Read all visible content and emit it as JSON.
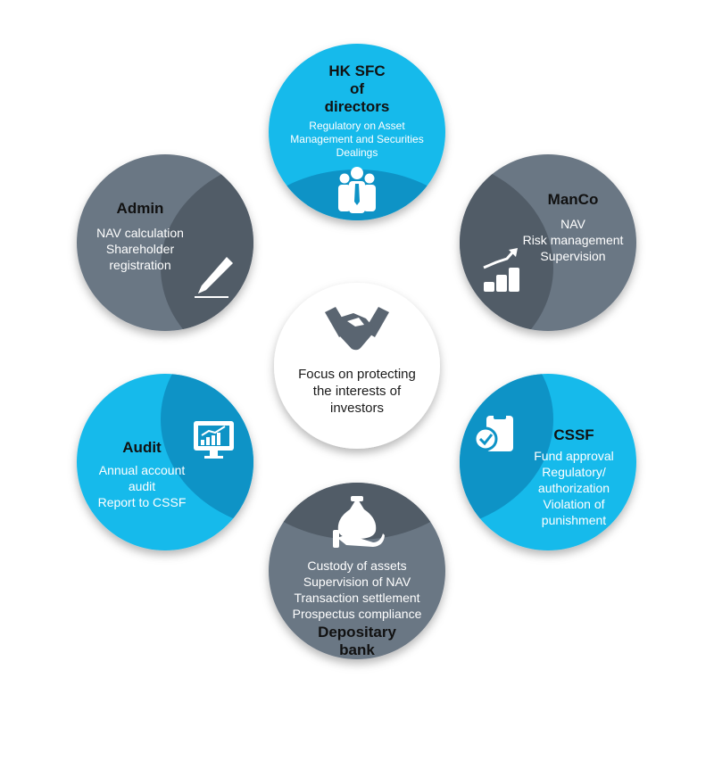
{
  "colors": {
    "blue": "#19baeb",
    "blue_dark": "#0e93c6",
    "gray": "#6b7784",
    "gray_dark": "#515c67",
    "center": "#ffffff",
    "icon_dark": "#5a6571"
  },
  "center": {
    "icon": "handshake-icon",
    "lines": [
      "Focus on protecting",
      "the interests of",
      "investors"
    ]
  },
  "nodes": {
    "hk_sfc": {
      "title": [
        "HK SFC",
        "of",
        "directors"
      ],
      "lines": [
        "Regulatory on Asset",
        "Management and Securities",
        "Dealings"
      ],
      "icon": "people-group-icon"
    },
    "manco": {
      "title": [
        "ManCo"
      ],
      "lines": [
        "NAV",
        "Risk management",
        "Supervision"
      ],
      "icon": "growth-chart-icon"
    },
    "cssf": {
      "title": [
        "CSSF"
      ],
      "lines": [
        "Fund approval",
        "Regulatory/",
        "authorization",
        "Violation of",
        "punishment"
      ],
      "icon": "clipboard-check-icon"
    },
    "depositary": {
      "title": [
        "Depositary",
        "bank"
      ],
      "lines": [
        "Custody of assets",
        "Supervision of NAV",
        "Transaction settlement",
        "Prospectus compliance"
      ],
      "icon": "money-bag-hand-icon"
    },
    "audit": {
      "title": [
        "Audit"
      ],
      "lines": [
        "Annual account",
        "audit",
        "Report to CSSF"
      ],
      "icon": "monitor-chart-icon"
    },
    "admin": {
      "title": [
        "Admin"
      ],
      "lines": [
        "NAV calculation",
        "Shareholder",
        "registration"
      ],
      "icon": "pen-icon"
    }
  }
}
